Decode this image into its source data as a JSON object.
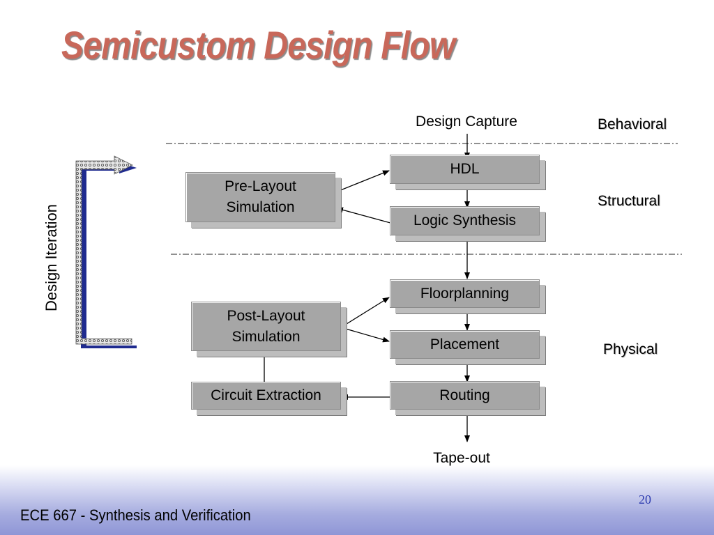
{
  "slide": {
    "title": "Semicustom Design Flow",
    "footer": "ECE 667 - Synthesis and Verification",
    "page_number": "20"
  },
  "side_label": "Design Iteration",
  "levels": {
    "behavioral": "Behavioral",
    "structural": "Structural",
    "physical": "Physical"
  },
  "flow": {
    "design_capture": "Design Capture",
    "hdl": "HDL",
    "logic_synthesis": "Logic Synthesis",
    "floorplanning": "Floorplanning",
    "placement": "Placement",
    "routing": "Routing",
    "tape_out": "Tape-out"
  },
  "side_boxes": {
    "pre_layout": [
      "Pre-Layout",
      "Simulation"
    ],
    "post_layout": [
      "Post-Layout",
      "Simulation"
    ],
    "circuit_extraction": "Circuit Extraction"
  },
  "colors": {
    "title": "#c8685a",
    "box_fill": "#a6a6a6",
    "box_shadow": "#bdbdbd",
    "iteration_arrow": "#1f2b8f",
    "footer_gradient_end": "#8f96d6",
    "page_number": "#2d3bb0"
  }
}
